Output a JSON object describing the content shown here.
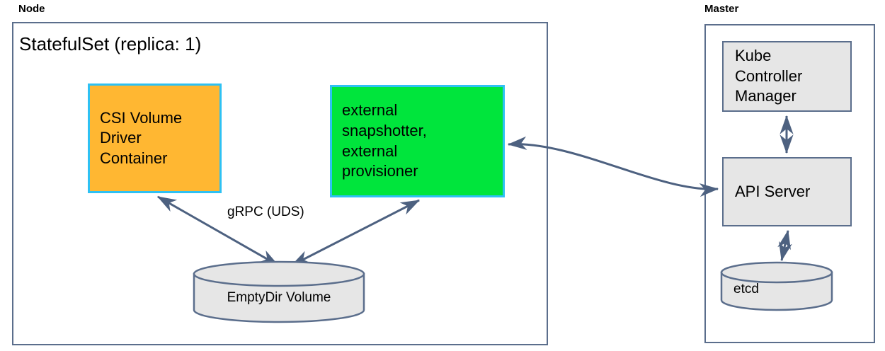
{
  "groups": {
    "node": {
      "label": "Node",
      "title": "StatefulSet (replica: 1)"
    },
    "master": {
      "label": "Master"
    }
  },
  "node_components": {
    "csi_driver": {
      "label": "CSI Volume\nDriver\nContainer",
      "fill": "#ffb732",
      "stroke": "#2ec1f3"
    },
    "sidecars": {
      "label": "external\nsnapshotter,\nexternal\nprovisioner",
      "fill": "#00e53c",
      "stroke": "#2ec1f3"
    },
    "emptydir": {
      "label": "EmptyDir Volume",
      "fill": "#e6e6e6",
      "stroke": "#5b6e8c"
    }
  },
  "master_components": {
    "kube_controller_manager": {
      "label": "Kube\nController\nManager",
      "fill": "#e6e6e6",
      "stroke": "#5b6e8c"
    },
    "api_server": {
      "label": "API Server",
      "fill": "#e6e6e6",
      "stroke": "#5b6e8c"
    },
    "etcd": {
      "label": "etcd",
      "fill": "#e6e6e6",
      "stroke": "#5b6e8c"
    }
  },
  "edges": {
    "grpc": {
      "label": "gRPC (UDS)"
    }
  },
  "colors": {
    "line": "#4d6180",
    "group_border": "#5b6e8c",
    "background": "#ffffff"
  }
}
